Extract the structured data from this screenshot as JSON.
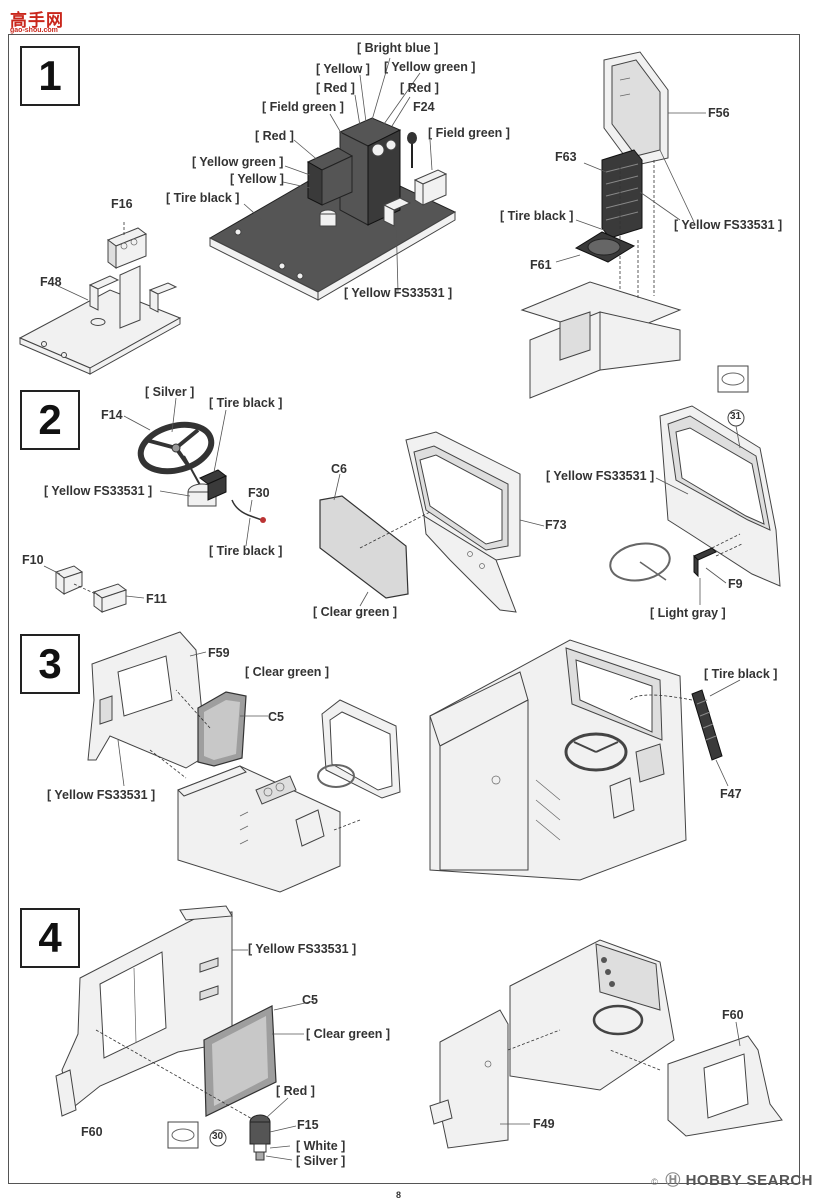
{
  "watermark": {
    "logo": "高手网",
    "url": "gao-shou.com"
  },
  "footer": {
    "site_prefix": "© ",
    "site": "HOBBY SEARCH",
    "mark": "Ⓗ"
  },
  "page_number": "8",
  "steps": [
    {
      "number": "1",
      "labels": {
        "bright_blue": "[ Bright blue ]",
        "yellow": "[ Yellow ]",
        "yellow_green_top": "[ Yellow green ]",
        "red_top_left": "[ Red ]",
        "red_top_right": "[ Red ]",
        "field_green": "[ Field green ]",
        "f24": "F24",
        "field_green_right": "[ Field green ]",
        "red_mid": "[ Red ]",
        "yellow_green_mid": "[ Yellow green ]",
        "yellow_mid": "[ Yellow ]",
        "tire_black": "[ Tire black ]",
        "yellow_fs": "[ Yellow FS33531 ]",
        "f16": "F16",
        "f48": "F48",
        "f56": "F56",
        "f63": "F63",
        "tire_black_right": "[ Tire black ]",
        "yellow_fs_right": "[ Yellow FS33531 ]",
        "f61": "F61"
      }
    },
    {
      "number": "2",
      "labels": {
        "silver": "[ Silver ]",
        "f14": "F14",
        "tire_black_top": "[ Tire black ]",
        "yellow_fs": "[ Yellow FS33531 ]",
        "f30": "F30",
        "tire_black_bottom": "[ Tire black ]",
        "f10": "F10",
        "f11": "F11",
        "c6": "C6",
        "f73": "F73",
        "clear_green": "[ Clear green ]",
        "yellow_fs_right": "[ Yellow FS33531 ]",
        "callout": "31",
        "f9": "F9",
        "light_gray": "[ Light gray ]"
      }
    },
    {
      "number": "3",
      "labels": {
        "f59": "F59",
        "clear_green": "[ Clear green ]",
        "c5": "C5",
        "yellow_fs": "[ Yellow FS33531 ]",
        "tire_black": "[ Tire black ]",
        "f47": "F47"
      }
    },
    {
      "number": "4",
      "labels": {
        "yellow_fs": "[ Yellow FS33531 ]",
        "c5": "C5",
        "clear_green": "[ Clear green ]",
        "red": "[ Red ]",
        "f60": "F60",
        "f15": "F15",
        "callout": "30",
        "white": "[ White ]",
        "silver": "[ Silver ]",
        "f49": "F49",
        "f60_right": "F60"
      }
    }
  ]
}
